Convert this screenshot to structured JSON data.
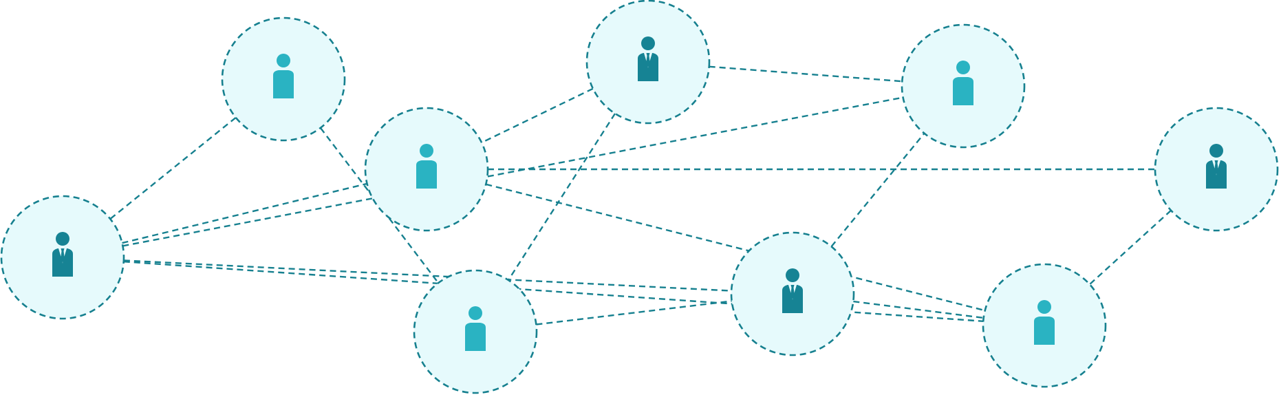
{
  "colors": {
    "edge": "#16808f",
    "node_fill": "#e6fafc",
    "node_stroke": "#16808f",
    "person_light": "#2ab3c2",
    "person_dark": "#168394",
    "background": "#ffffff"
  },
  "nodes": [
    {
      "id": "n1",
      "icon": "person-icon"
    },
    {
      "id": "n2",
      "icon": "businessman-icon"
    },
    {
      "id": "n3",
      "icon": "person-icon"
    },
    {
      "id": "n4",
      "icon": "businessman-icon"
    },
    {
      "id": "n5",
      "icon": "person-icon"
    },
    {
      "id": "n6",
      "icon": "person-icon"
    },
    {
      "id": "n7",
      "icon": "businessman-icon"
    },
    {
      "id": "n8",
      "icon": "businessman-icon"
    },
    {
      "id": "n9",
      "icon": "person-icon"
    }
  ],
  "edges": [
    [
      "n1",
      "n2"
    ],
    [
      "n1",
      "n5"
    ],
    [
      "n2",
      "n3"
    ],
    [
      "n2",
      "n6"
    ],
    [
      "n2",
      "n7"
    ],
    [
      "n2",
      "n9"
    ],
    [
      "n4",
      "n3"
    ],
    [
      "n4",
      "n5"
    ],
    [
      "n4",
      "n6"
    ],
    [
      "n5",
      "n7"
    ],
    [
      "n3",
      "n8"
    ],
    [
      "n3",
      "n9"
    ],
    [
      "n7",
      "n9"
    ],
    [
      "n7",
      "n6"
    ],
    [
      "n8",
      "n9"
    ]
  ]
}
